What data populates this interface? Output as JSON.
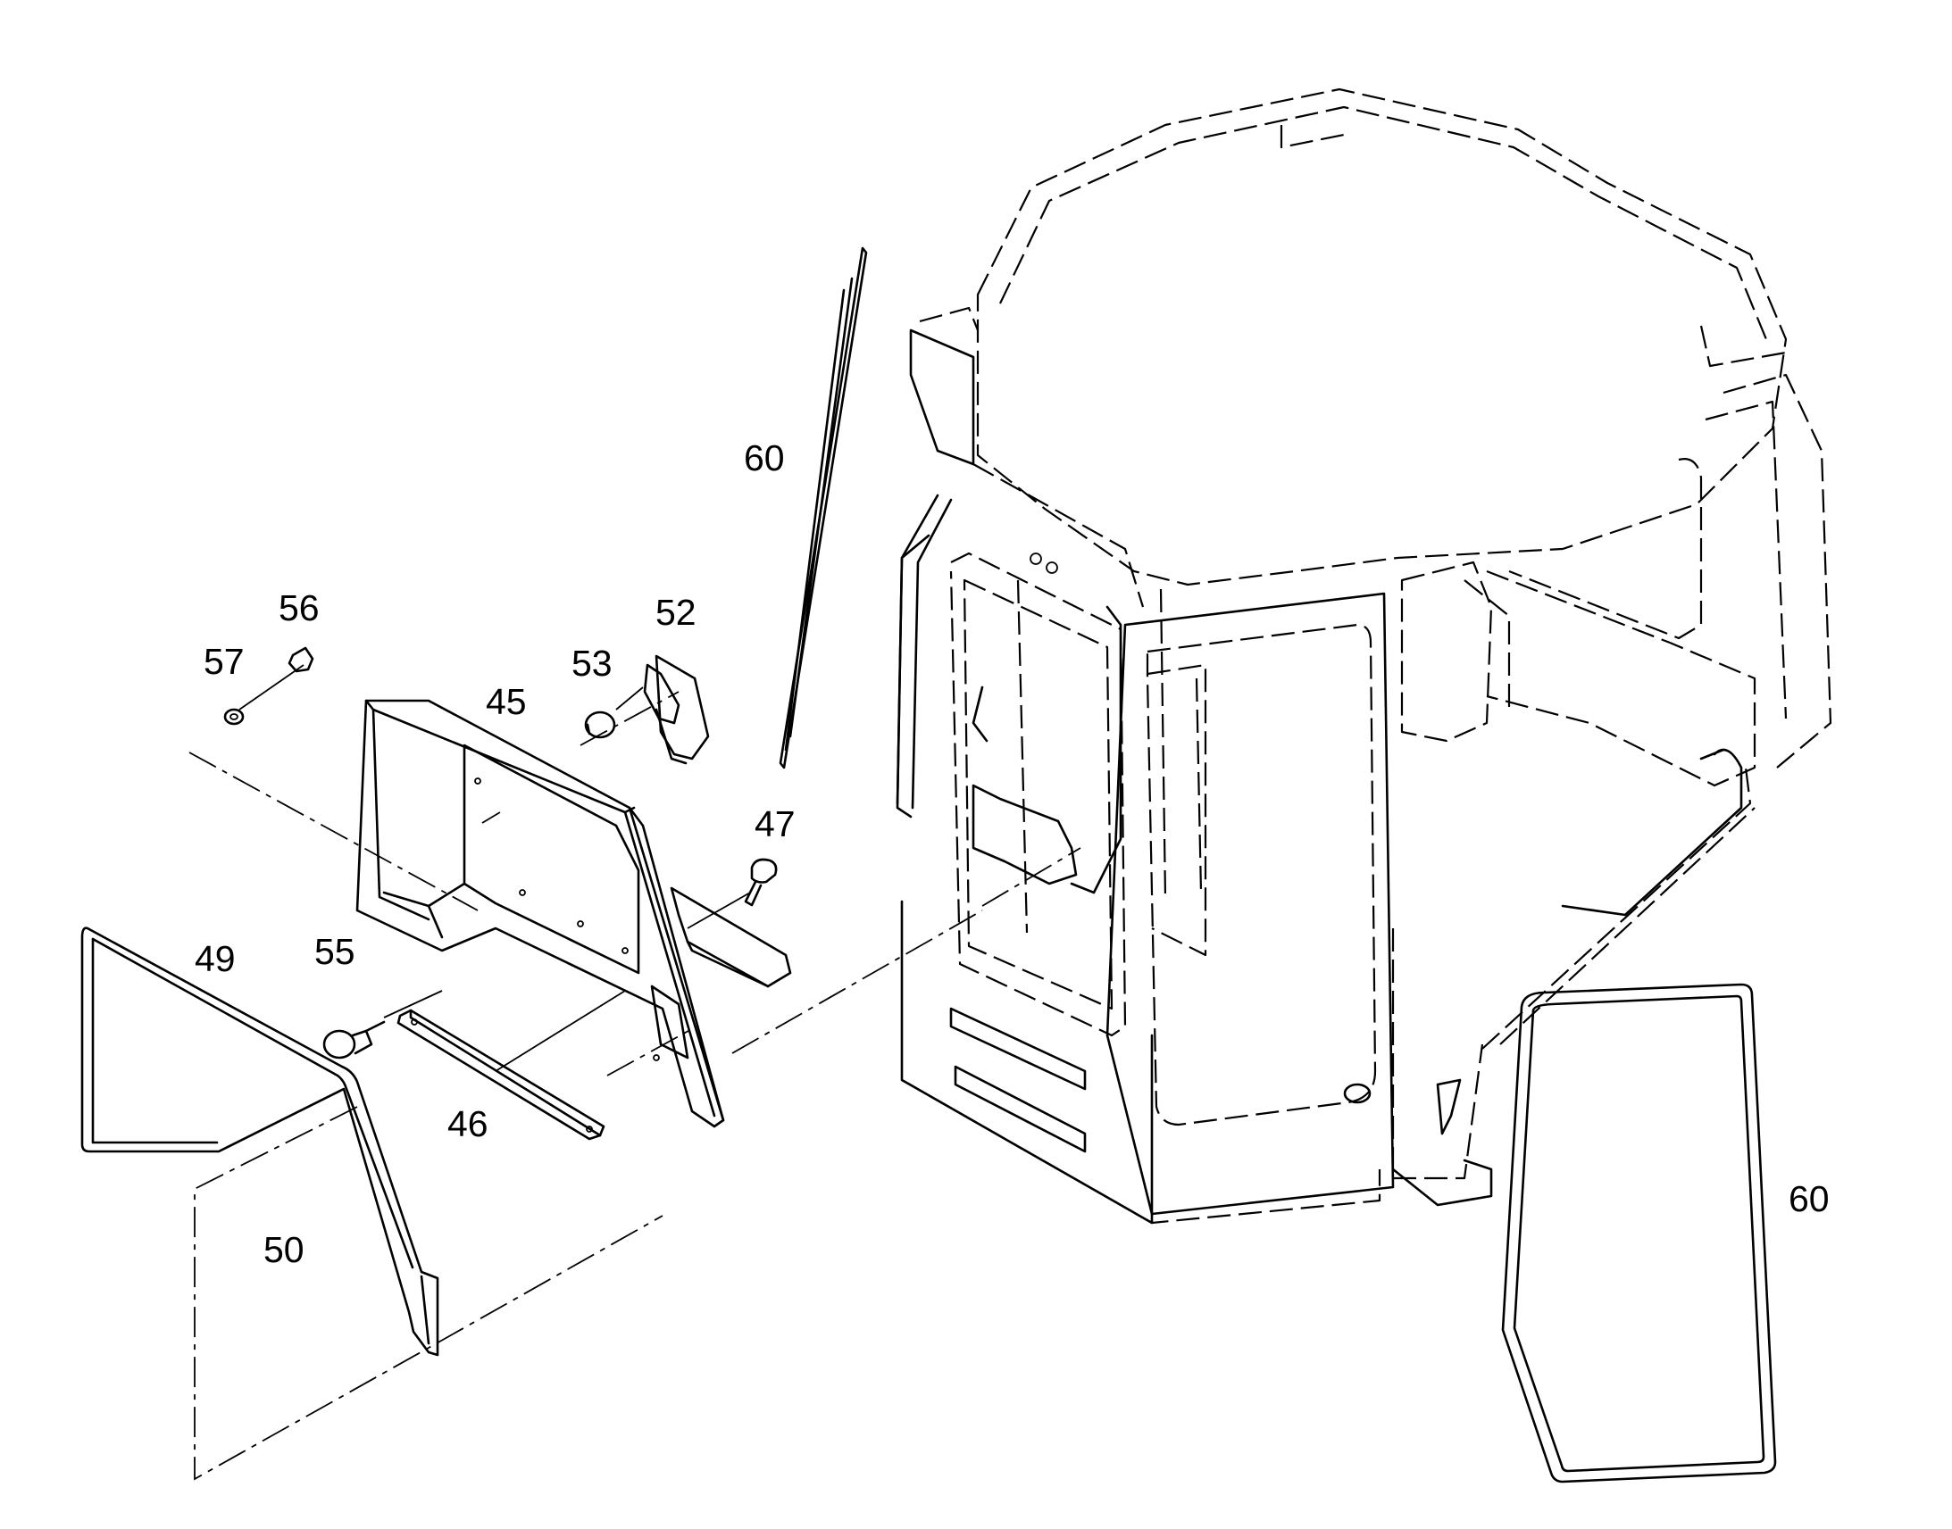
{
  "callouts": {
    "c45": "45",
    "c46": "46",
    "c47": "47",
    "c49": "49",
    "c50": "50",
    "c52": "52",
    "c53": "53",
    "c55": "55",
    "c56": "56",
    "c57": "57",
    "c60_top": "60",
    "c60_bottom": "60"
  }
}
